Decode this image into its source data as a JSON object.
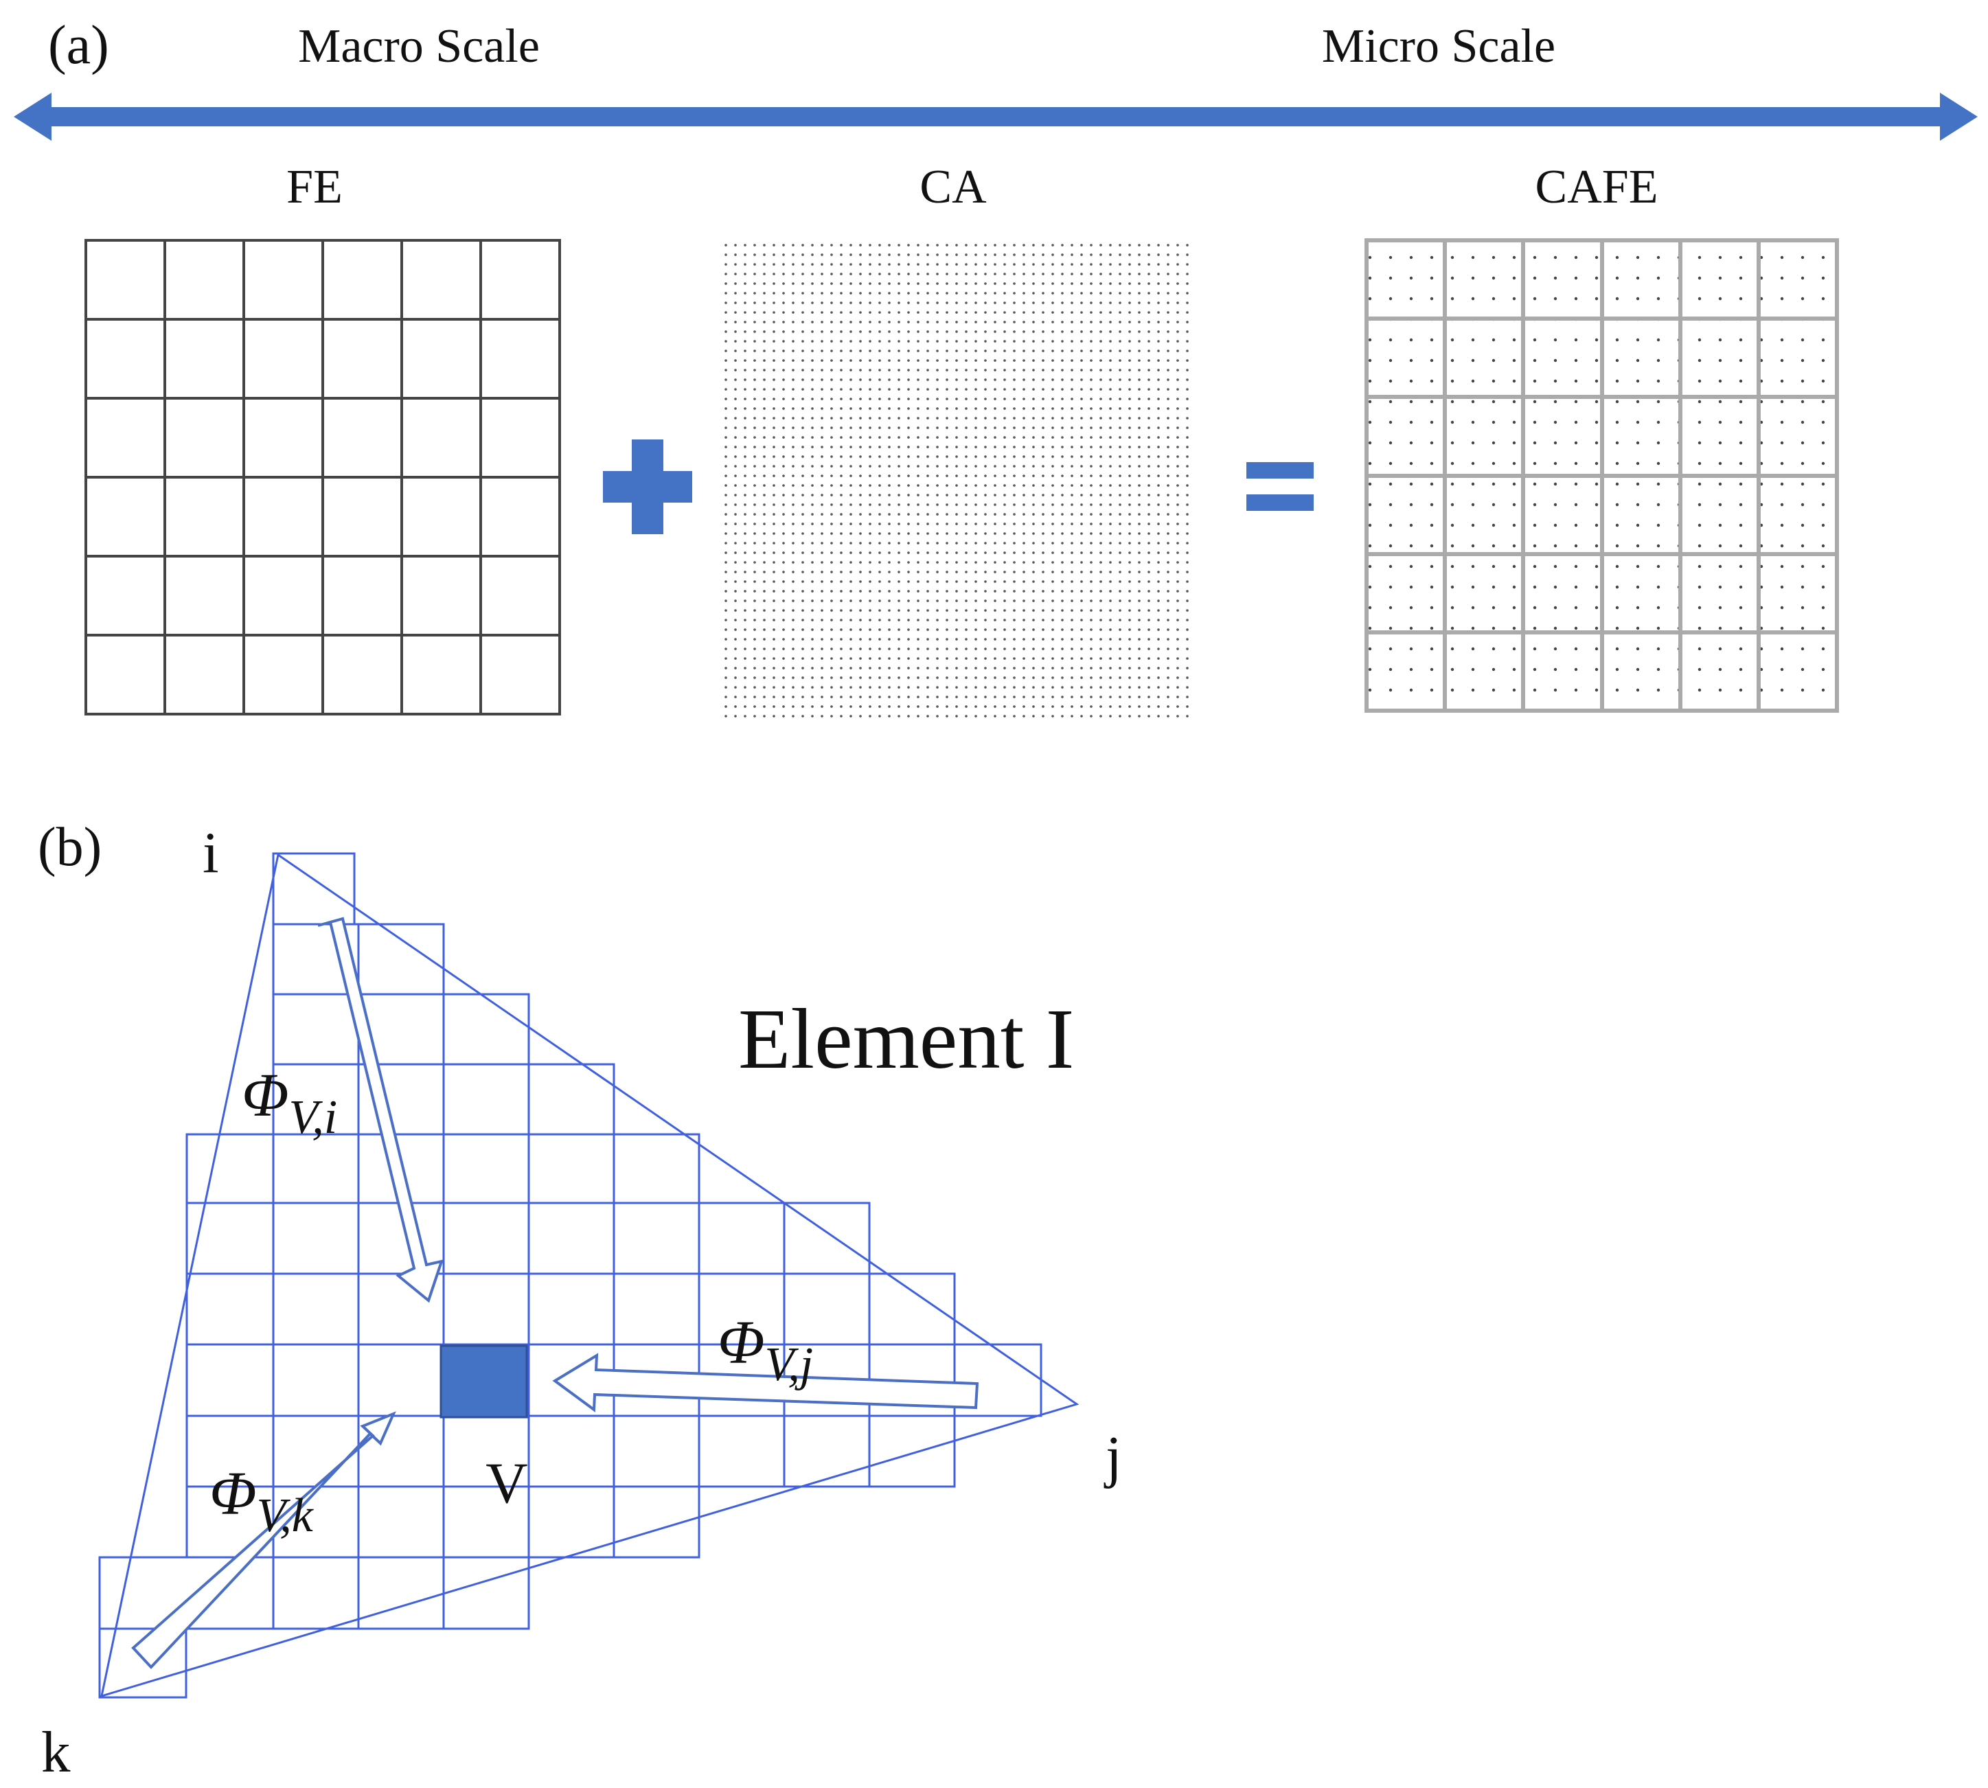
{
  "panel_a": {
    "label": "(a)",
    "macro_label": "Macro Scale",
    "micro_label": "Micro Scale",
    "fe_label": "FE",
    "ca_label": "CA",
    "cafe_label": "CAFE",
    "accent_color": "#4472c4",
    "grid_color": "#444444",
    "operator_plus": "plus-icon",
    "operator_equals": "equals-icon"
  },
  "panel_b": {
    "label": "(b)",
    "title": "Element I",
    "node_i": "i",
    "node_j": "j",
    "node_k": "k",
    "cell_label": "V",
    "phi_symbol": "Φ",
    "phi_i_sub": "V,i",
    "phi_j_sub": "V,j",
    "phi_k_sub": "V,k",
    "line_color": "#4060e0",
    "cell_fill": "#4472c4"
  }
}
